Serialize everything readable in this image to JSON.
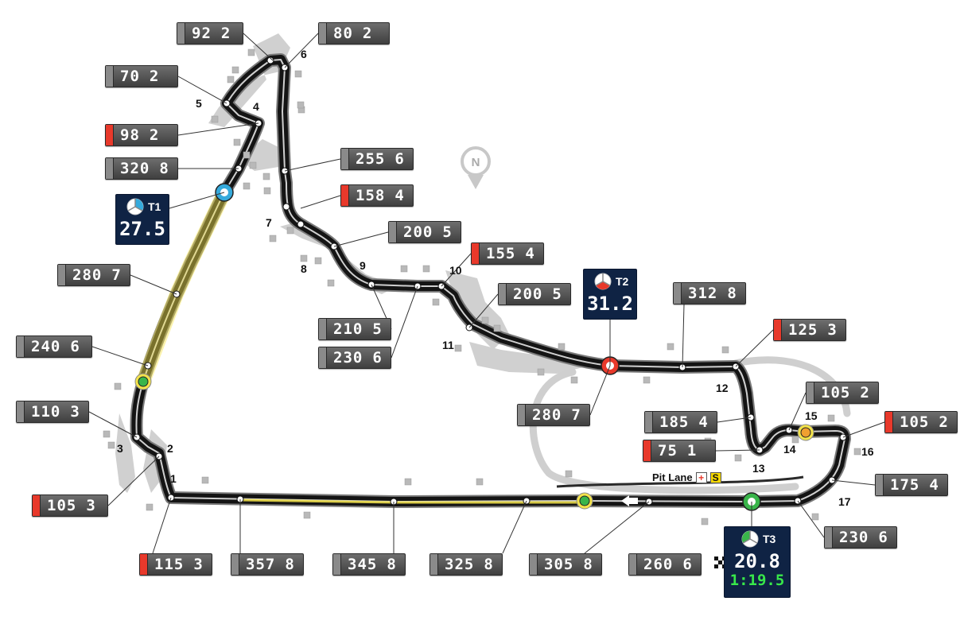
{
  "colors": {
    "track": "#141414",
    "track_edge": "#7a7a7a",
    "track_center": "#cfcfcf",
    "runoff": "#d0d0d0",
    "drs": "#f3e34a",
    "speed_box": "#4f4f4f",
    "brake": "#e8392b",
    "telemetry_bg": "#0f2344",
    "sector1": "#35aadc",
    "sector2": "#e8392b",
    "sector3": "#39b54a",
    "lap_time": "#38e84a"
  },
  "turns": [
    "1",
    "2",
    "3",
    "4",
    "5",
    "6",
    "7",
    "8",
    "9",
    "10",
    "11",
    "12",
    "13",
    "14",
    "15",
    "16",
    "17"
  ],
  "speed_boxes": [
    {
      "speed": "92",
      "gear": "2",
      "brake": false
    },
    {
      "speed": "80",
      "gear": "2",
      "brake": false
    },
    {
      "speed": "70",
      "gear": "2",
      "brake": false
    },
    {
      "speed": "98",
      "gear": "2",
      "brake": true
    },
    {
      "speed": "320",
      "gear": "8",
      "brake": false
    },
    {
      "speed": "255",
      "gear": "6",
      "brake": false
    },
    {
      "speed": "158",
      "gear": "4",
      "brake": true
    },
    {
      "speed": "200",
      "gear": "5",
      "brake": false
    },
    {
      "speed": "155",
      "gear": "4",
      "brake": true
    },
    {
      "speed": "280",
      "gear": "7",
      "brake": false
    },
    {
      "speed": "200",
      "gear": "5",
      "brake": false
    },
    {
      "speed": "210",
      "gear": "5",
      "brake": false
    },
    {
      "speed": "230",
      "gear": "6",
      "brake": false
    },
    {
      "speed": "312",
      "gear": "8",
      "brake": false
    },
    {
      "speed": "125",
      "gear": "3",
      "brake": true
    },
    {
      "speed": "240",
      "gear": "6",
      "brake": false
    },
    {
      "speed": "105",
      "gear": "2",
      "brake": false
    },
    {
      "speed": "185",
      "gear": "4",
      "brake": false
    },
    {
      "speed": "105",
      "gear": "2",
      "brake": true
    },
    {
      "speed": "75",
      "gear": "1",
      "brake": true
    },
    {
      "speed": "280",
      "gear": "7",
      "brake": false
    },
    {
      "speed": "110",
      "gear": "3",
      "brake": false
    },
    {
      "speed": "175",
      "gear": "4",
      "brake": false
    },
    {
      "speed": "105",
      "gear": "3",
      "brake": true
    },
    {
      "speed": "230",
      "gear": "6",
      "brake": false
    },
    {
      "speed": "115",
      "gear": "3",
      "brake": true
    },
    {
      "speed": "357",
      "gear": "8",
      "brake": false
    },
    {
      "speed": "345",
      "gear": "8",
      "brake": false
    },
    {
      "speed": "325",
      "gear": "8",
      "brake": false
    },
    {
      "speed": "305",
      "gear": "8",
      "brake": false
    },
    {
      "speed": "260",
      "gear": "6",
      "brake": false
    }
  ],
  "telemetry": [
    {
      "label": "T1",
      "time": "27.5",
      "lap": "",
      "icon": "steering-wheel-icon"
    },
    {
      "label": "T2",
      "time": "31.2",
      "lap": "",
      "icon": "steering-wheel-icon"
    },
    {
      "label": "T3",
      "time": "20.8",
      "lap": "1:19.5",
      "icon": "steering-wheel-icon"
    }
  ],
  "pit_lane": {
    "label": "Pit Lane",
    "pit_symbol": "+",
    "speed_symbol": "S"
  },
  "compass": {
    "label": "N",
    "icon": "compass-icon"
  },
  "finish_flag": {
    "icon": "checkered-flag-icon"
  }
}
